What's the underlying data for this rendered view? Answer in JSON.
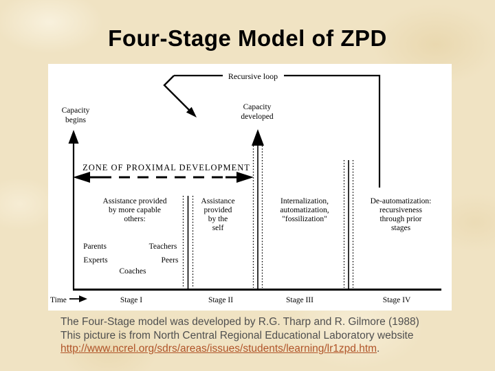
{
  "slide": {
    "title": "Four-Stage Model of ZPD",
    "caption_line1": "The Four-Stage model was developed by R.G. Tharp and R. Gilmore (1988)",
    "caption_line2": "This picture is from North Central Regional Educational Laboratory website",
    "caption_link": "http://www.ncrel.org/sdrs/areas/issues/students/learning/lr1zpd.htm",
    "caption_link_suffix": "."
  },
  "colors": {
    "slide_background": "#f0e3c3",
    "title_text": "#000000",
    "caption_text": "#4f4f4f",
    "link": "#b05428",
    "diagram_ink": "#000000",
    "diagram_background": "#ffffff"
  },
  "diagram": {
    "recursive_loop_label": "Recursive loop",
    "capacity_begins": [
      "Capacity",
      "begins"
    ],
    "capacity_developed": [
      "Capacity",
      "developed"
    ],
    "zpd_label": "ZONE OF PROXIMAL DEVELOPMENT",
    "time_label": "Time",
    "stages": [
      {
        "label": "Stage I",
        "description_lines": [
          "Assistance provided",
          "by more capable",
          "others:"
        ],
        "helpers": [
          "Parents",
          "Teachers",
          "Experts",
          "Peers",
          "Coaches"
        ]
      },
      {
        "label": "Stage II",
        "description_lines": [
          "Assistance",
          "provided",
          "by the",
          "self"
        ]
      },
      {
        "label": "Stage III",
        "description_lines": [
          "Internalization,",
          "automatization,",
          "\"fossilization\""
        ]
      },
      {
        "label": "Stage IV",
        "description_lines": [
          "De-automatization:",
          "recursiveness",
          "through prior",
          "stages"
        ]
      }
    ]
  }
}
